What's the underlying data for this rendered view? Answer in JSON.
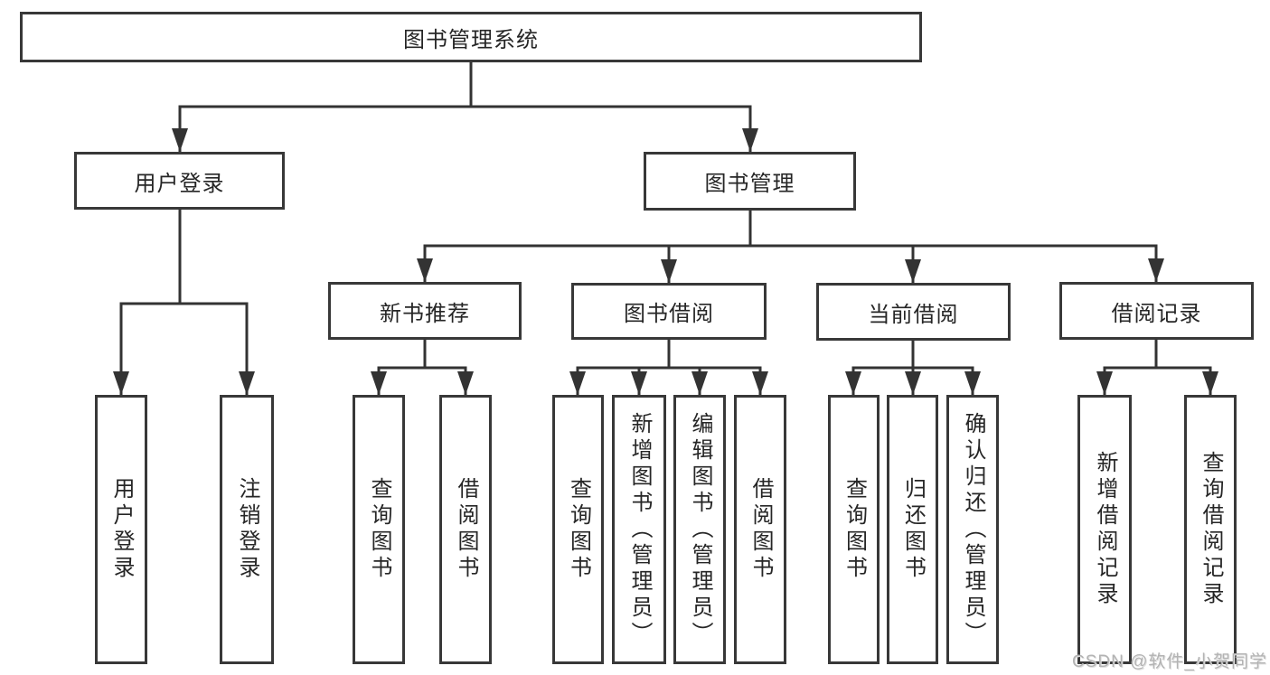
{
  "root": {
    "label": "图书管理系统"
  },
  "level1": {
    "user_login": "用户登录",
    "book_management": "图书管理"
  },
  "level2": {
    "new_book_recommend": "新书推荐",
    "book_borrowing": "图书借阅",
    "current_borrowing": "当前借阅",
    "borrowing_records": "借阅记录"
  },
  "leaves": {
    "user_login": [
      "用户登录",
      "注销登录"
    ],
    "new_book_recommend": [
      "查询图书",
      "借阅图书"
    ],
    "book_borrowing": [
      "查询图书",
      "新增图书（管理员）",
      "编辑图书（管理员）",
      "借阅图书"
    ],
    "current_borrowing": [
      "查询图书",
      "归还图书",
      "确认归还（管理员）"
    ],
    "borrowing_records": [
      "新增借阅记录",
      "查询借阅记录"
    ]
  },
  "watermark": "CSDN @软件_小贺同学",
  "colors": {
    "line": "#333333",
    "box_border": "#383838",
    "box_fill": "#ffffff",
    "text": "#262626",
    "watermark": "#b3b3b3",
    "background": "#ffffff"
  }
}
